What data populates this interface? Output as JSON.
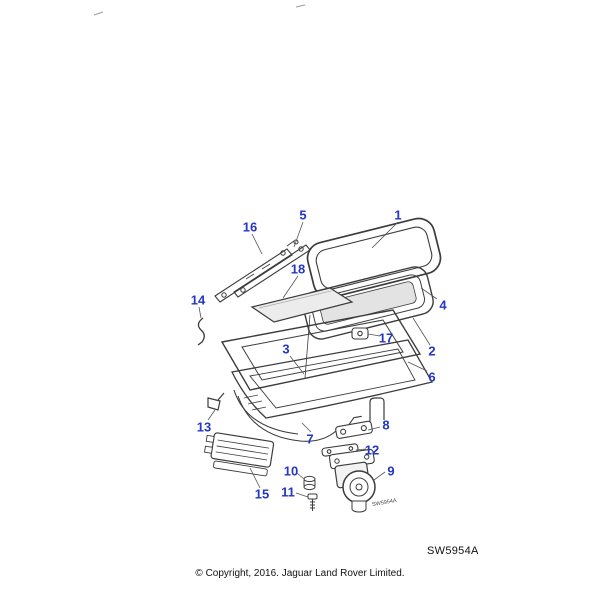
{
  "diagram": {
    "code": "SW5954A",
    "inline_code": "SW5954A",
    "callouts": [
      {
        "label": "1"
      },
      {
        "label": "2"
      },
      {
        "label": "3"
      },
      {
        "label": "4"
      },
      {
        "label": "5"
      },
      {
        "label": "6"
      },
      {
        "label": "7"
      },
      {
        "label": "8"
      },
      {
        "label": "9"
      },
      {
        "label": "10"
      },
      {
        "label": "11"
      },
      {
        "label": "12"
      },
      {
        "label": "13"
      },
      {
        "label": "14"
      },
      {
        "label": "15"
      },
      {
        "label": "16"
      },
      {
        "label": "17"
      },
      {
        "label": "18"
      }
    ]
  },
  "footer": {
    "copyright": "© Copyright, 2016. Jaguar Land Rover Limited."
  },
  "colors": {
    "callout": "#2336c4",
    "line": "#3c3c3c"
  }
}
